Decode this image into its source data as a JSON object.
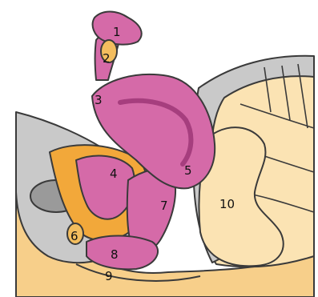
{
  "colors": {
    "outline": "#3a3a3a",
    "skin": "#f7cf8a",
    "skin_dark": "#f3bd5e",
    "tissue_gray": "#c9c9c9",
    "tissue_gray_dark": "#9a9a9a",
    "pink": "#d56aa8",
    "pink_dark": "#a63e7e",
    "orange": "#f2a83a",
    "cream": "#fbe3b3"
  },
  "labels": [
    "1",
    "2",
    "3",
    "4",
    "5",
    "6",
    "7",
    "8",
    "9",
    "10"
  ]
}
